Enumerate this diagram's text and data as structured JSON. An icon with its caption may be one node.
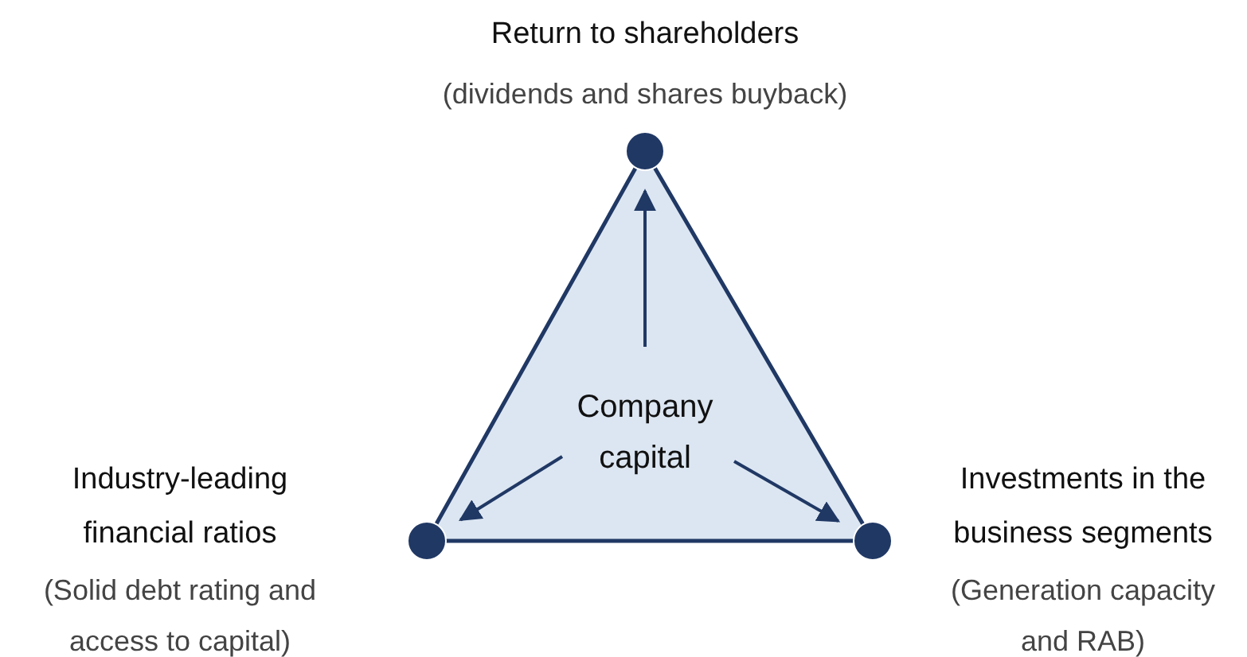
{
  "diagram": {
    "nodes": [
      {
        "text": [],
        "shape": "circle",
        "beside": [
          "Return to shareholders",
          "(dividends and shares buyback)"
        ]
      },
      {
        "text": [
          "Company capital"
        ]
      },
      {
        "text": [],
        "shape": "circle",
        "beside": [
          "Industry-leading financial ratios",
          "(Solid debt rating and access to capital)"
        ]
      },
      {
        "text": [],
        "shape": "circle",
        "beside": [
          "Investments in the business segments",
          "(Generation capacity and RAB)"
        ]
      }
    ],
    "edges": [
      {
        "from": 1,
        "to": 0,
        "arrow": "to"
      },
      {
        "from": 1,
        "to": 2,
        "arrow": "to"
      },
      {
        "from": 1,
        "to": 3,
        "arrow": "to"
      }
    ]
  }
}
